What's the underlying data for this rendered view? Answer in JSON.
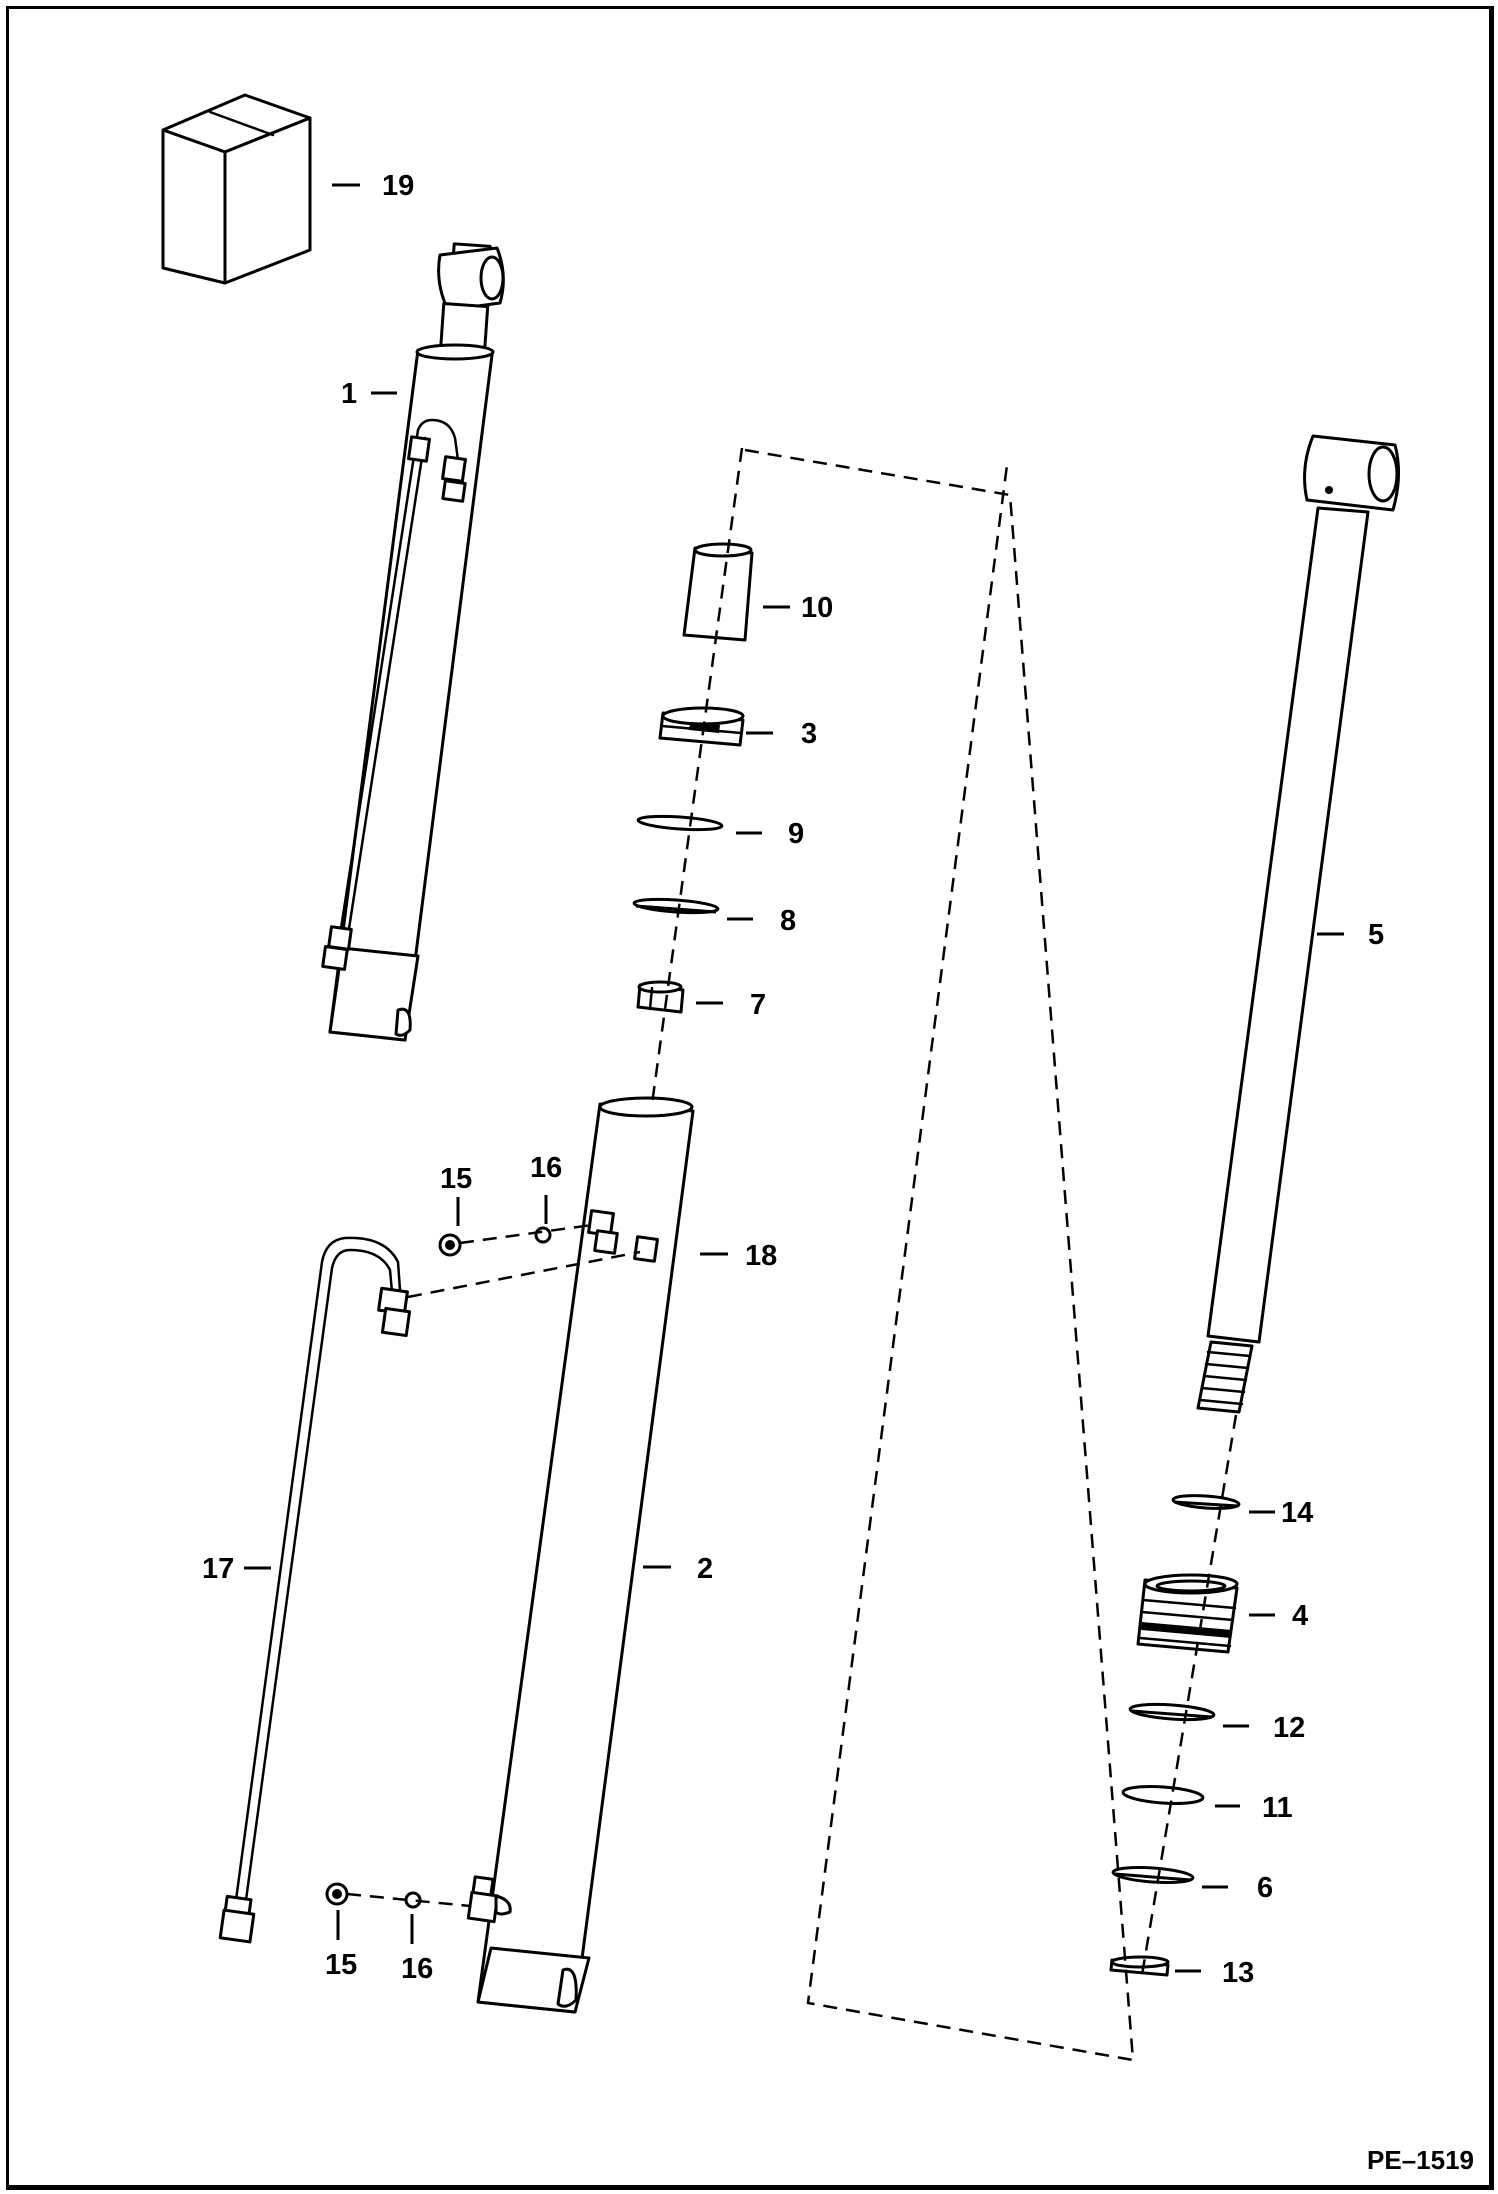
{
  "figure_code": "PE–1519",
  "callouts": {
    "c1": "1",
    "c2": "2",
    "c3": "3",
    "c4": "4",
    "c5": "5",
    "c6": "6",
    "c7": "7",
    "c8": "8",
    "c9": "9",
    "c10": "10",
    "c11": "11",
    "c12": "12",
    "c13": "13",
    "c14": "14",
    "c15a": "15",
    "c15b": "15",
    "c16a": "16",
    "c16b": "16",
    "c17": "17",
    "c18": "18",
    "c19": "19"
  }
}
